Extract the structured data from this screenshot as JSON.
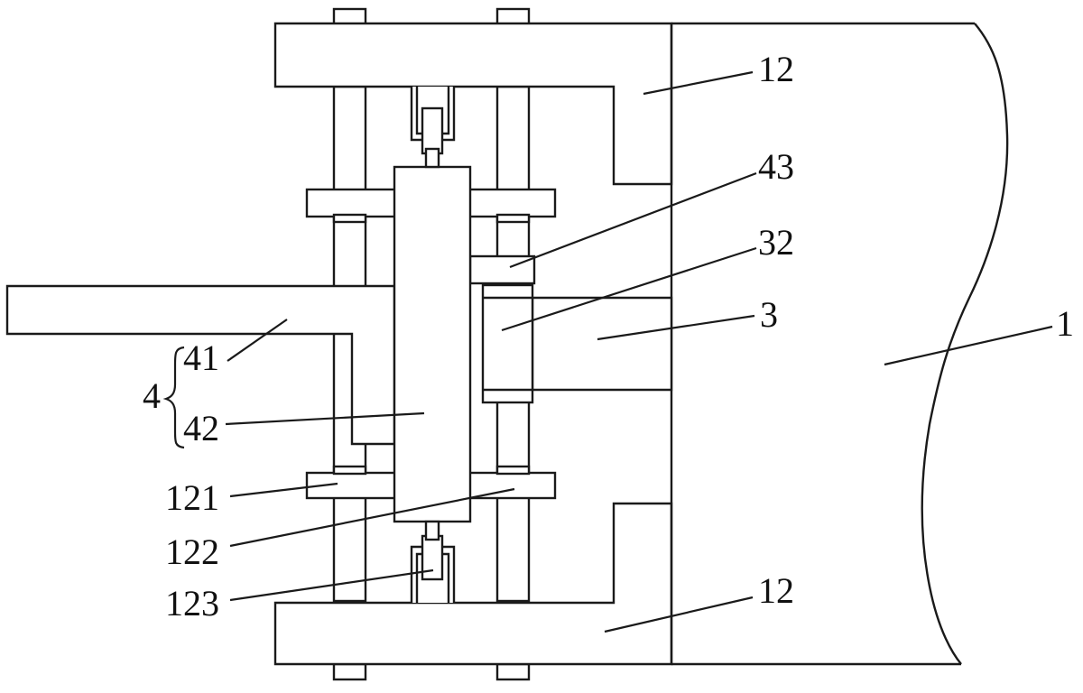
{
  "drawing": {
    "labels": {
      "frame_top": "12",
      "frame_bottom": "12",
      "body": "1",
      "part_3": "3",
      "part_32": "32",
      "part_43": "43",
      "group_4": "4",
      "part_41": "41",
      "part_42": "42",
      "part_121": "121",
      "part_122": "122",
      "part_123": "123"
    }
  }
}
